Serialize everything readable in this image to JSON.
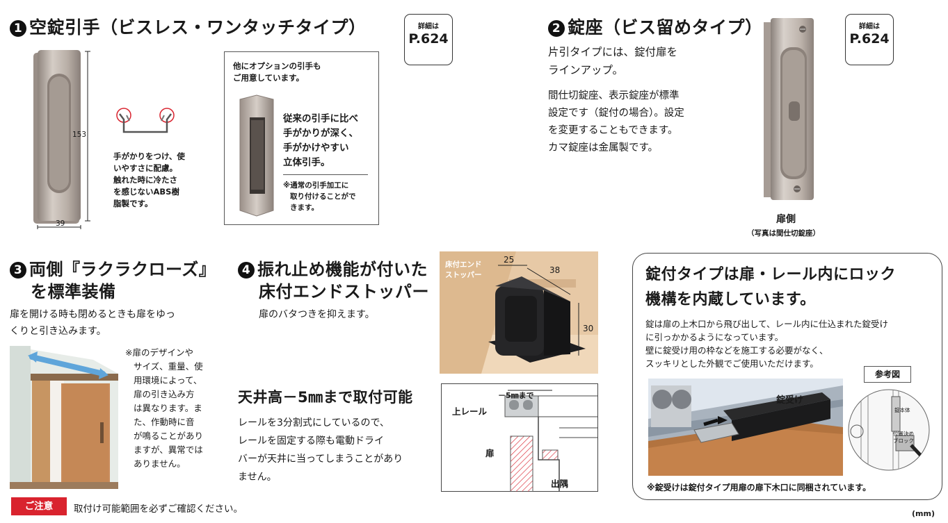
{
  "s1": {
    "num": "1",
    "title": "空錠引手（ビスレス・ワンタッチタイプ）",
    "badge_small": "詳細は",
    "badge_page": "P.624",
    "dim_height": "153",
    "dim_width": "39",
    "note": [
      "手がかりをつけ、使",
      "いやすさに配慮。",
      "触れた時に冷たさ",
      "を感じないABS樹",
      "脂製です。"
    ],
    "option_title": [
      "他にオプションの引手も",
      "ご用意しています。"
    ],
    "option_body": [
      "従来の引手に比べ",
      "手がかりが深く、",
      "手がかけやすい",
      "立体引手。"
    ],
    "option_note": [
      "※通常の引手加工に",
      "取り付けることがで",
      "きます。"
    ]
  },
  "s2": {
    "num": "2",
    "title": "錠座（ビス留めタイプ）",
    "badge_small": "詳細は",
    "badge_page": "P.624",
    "p1": [
      "片引タイプには、錠付扉を",
      "ラインアップ。"
    ],
    "p2": [
      "間仕切錠座、表示錠座が標準",
      "設定です（錠付の場合）。設定",
      "を変更することもできます。",
      "カマ錠座は金属製です。"
    ],
    "caption": "扉側",
    "caption_sub": "（写真は間仕切錠座）"
  },
  "s3": {
    "num": "3",
    "title_line1": "両側『ラクラクローズ』",
    "title_line2": "を標準装備",
    "body": [
      "扉を開ける時も閉めるときも扉をゆっ",
      "くりと引き込みます。"
    ],
    "note": [
      "※扉のデザインや",
      "サイズ、重量、使",
      "用環境によって、",
      "扉の引き込み方",
      "は異なります。ま",
      "た、作動時に音",
      "が鳴ることがあり",
      "ますが、異常では",
      "ありません。"
    ]
  },
  "s4": {
    "num": "4",
    "title_line1": "振れ止め機能が付いた",
    "title_line2": "床付エンドストッパー",
    "body": "扉のバタつきを抑えます。",
    "photo_label": [
      "床付エンド",
      "ストッパー"
    ],
    "dim_a": "25",
    "dim_b": "38",
    "dim_c": "30"
  },
  "ceiling": {
    "title": "天井高－5㎜まで取付可能",
    "body": [
      "レールを3分割式にしているので、",
      "レールを固定する際も電動ドライ",
      "バーが天井に当ってしまうことがあり",
      "ません。"
    ],
    "diag_top": "－5㎜まで",
    "diag_rail": "上レール",
    "diag_door": "扉",
    "diag_corner": "出隅"
  },
  "lock": {
    "title_line1": "錠付タイプは扉・レール内にロック",
    "title_line2": "機構を内蔵しています。",
    "body": [
      "錠は扉の上木口から飛び出して、レール内に仕込まれた錠受け",
      "に引っかかるようになっています。",
      "壁に錠受け用の枠などを施工する必要がなく、",
      "スッキリとした外観でご使用いただけます。"
    ],
    "ref_label": "参考図",
    "receiver_label": "錠受け",
    "ref_part1": "錠本体",
    "ref_part2": "位置決め",
    "ref_part3": "ブロック",
    "footnote": "※錠受けは錠付タイプ用扉の扉下木口に同梱されています。"
  },
  "footer": {
    "caution_label": "ご注意",
    "caution_text": "取付け可能範囲を必ずご確認ください。",
    "unit": "(mm)"
  },
  "colors": {
    "accent_red": "#d9232e",
    "metal": "#a89d95",
    "wood": "#c98c5c"
  }
}
